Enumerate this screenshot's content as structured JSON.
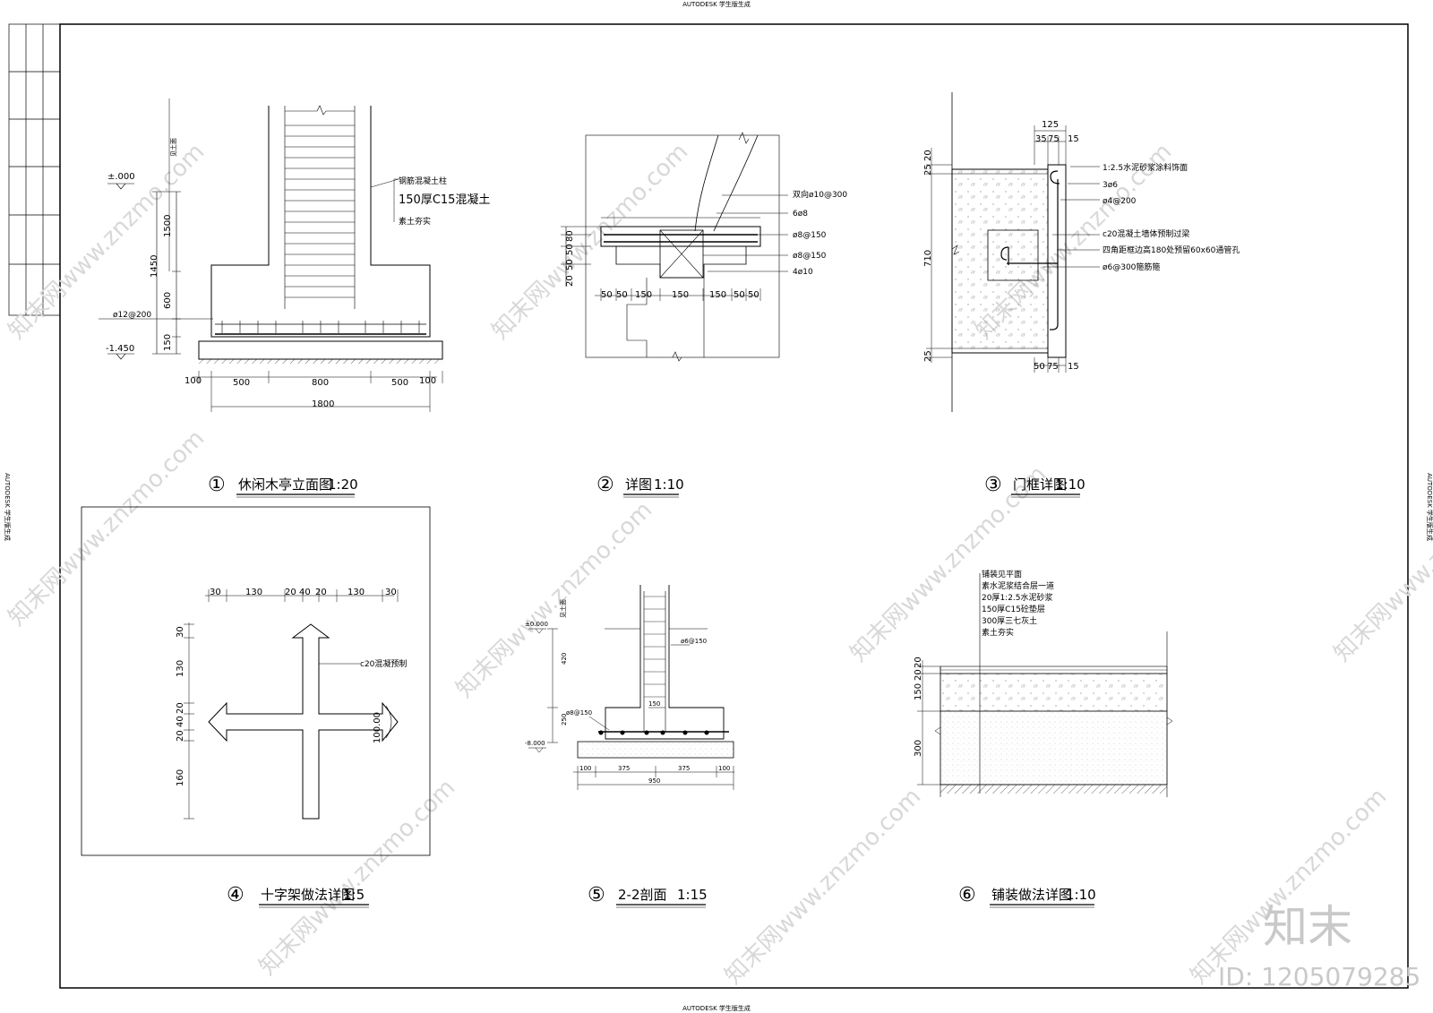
{
  "header": {
    "autodesk_top": "AUTODESK 学生版生成",
    "autodesk_bottom": "AUTODESK 学生版生成",
    "autodesk_left": "AUTODESK 学生版生成",
    "autodesk_right": "AUTODESK 学生版生成"
  },
  "watermark": {
    "brand": "知末",
    "id": "ID: 1205079285",
    "site": "知末网www.znzmo.com"
  },
  "drawings": {
    "d1": {
      "num": "①",
      "title": "休闲木亭立面图",
      "scale": "1:20",
      "labels": [
        "钢筋混凝土柱",
        "150厚C15混凝土",
        "素土夯实"
      ],
      "levels": [
        "±.000",
        "-1.450"
      ],
      "rebar": "ø12@200",
      "vdims": [
        "1450",
        "1500",
        "600",
        "150"
      ],
      "hdims": [
        "100",
        "500",
        "800",
        "500",
        "100"
      ],
      "total": "1800",
      "side": "见土面"
    },
    "d2": {
      "num": "②",
      "title": "详图",
      "scale": "1:10",
      "labels": [
        "双向ø10@300",
        "6ø8",
        "ø8@150",
        "ø8@150",
        "4ø10"
      ],
      "vdims": [
        "80",
        "50",
        "50",
        "20"
      ],
      "hdims": [
        "50",
        "50",
        "150",
        "150",
        "150",
        "50",
        "50"
      ]
    },
    "d3": {
      "num": "③",
      "title": "门框详图",
      "scale": "1:10",
      "labels": [
        "1:2.5水泥砂浆涂料饰面",
        "3ø6",
        "ø4@200",
        "c20混凝土墙体预制过梁",
        "四角距框边高180处预留60x60通管孔",
        "ø6@300箍筋箍"
      ],
      "top_dims": [
        "125",
        "35",
        "75",
        "15"
      ],
      "bottom_dims": [
        "50",
        "75",
        "15"
      ],
      "vdims": [
        "20",
        "25",
        "710",
        "25"
      ]
    },
    "d4": {
      "num": "④",
      "title": "十字架做法详图",
      "scale": "1:5",
      "label": "c20混凝预制",
      "top_dims": [
        "30",
        "130",
        "20",
        "40",
        "20",
        "130",
        "30"
      ],
      "left_dims": [
        "30",
        "130",
        "20",
        "40",
        "20",
        "160"
      ],
      "right_dim": "100.00"
    },
    "d5": {
      "num": "⑤",
      "title": "2-2剖面",
      "scale": "1:15",
      "levels": [
        "±0.000",
        "-8.000"
      ],
      "labels": [
        "ø6@150",
        "ø8@150"
      ],
      "vdims": [
        "420",
        "250"
      ],
      "inner": "150",
      "hdims": [
        "100",
        "375",
        "375",
        "100"
      ],
      "total": "950",
      "side": "见土面"
    },
    "d6": {
      "num": "⑥",
      "title": "铺装做法详图",
      "scale": "1:10",
      "labels": [
        "铺装见平面",
        "素水泥浆结合层一道",
        "20厚1:2.5水泥砂浆",
        "150厚C15砼垫层",
        "300厚三七灰土",
        "素土夯实"
      ],
      "vdims": [
        "20",
        "20",
        "150",
        "300"
      ]
    }
  }
}
